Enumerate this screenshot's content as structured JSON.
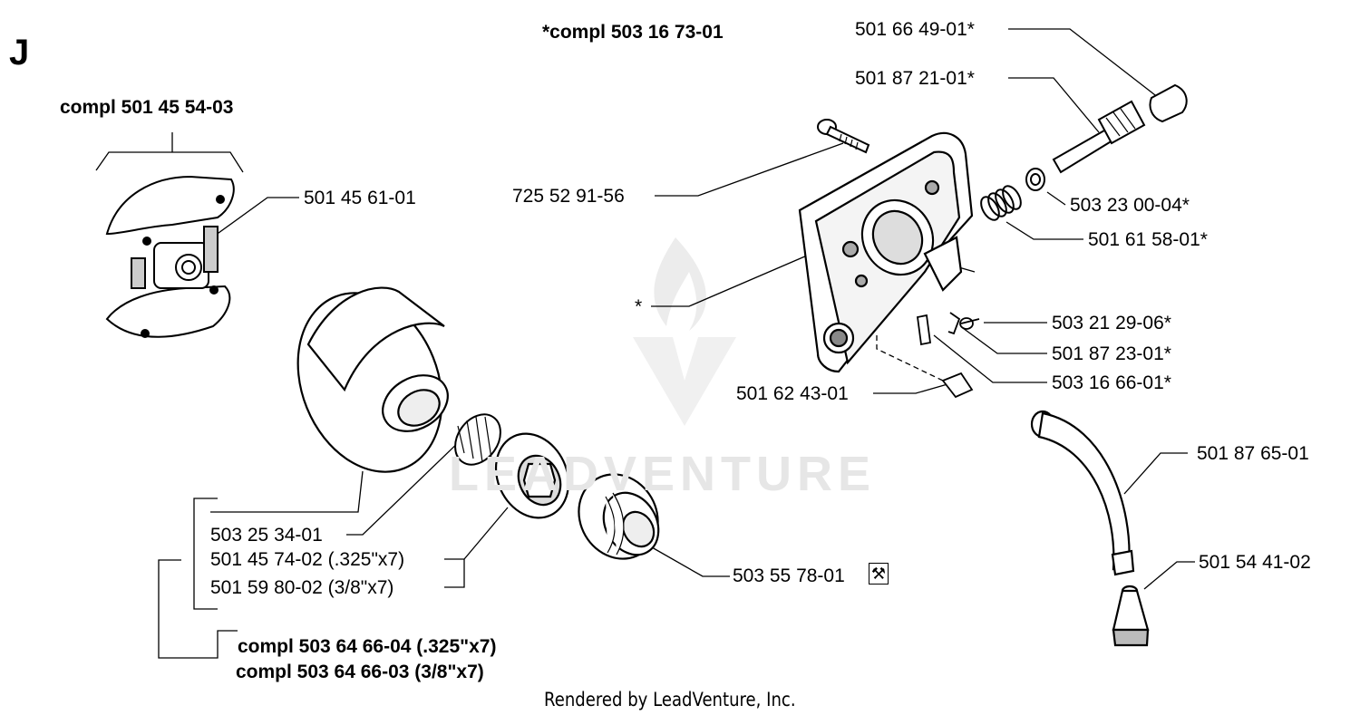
{
  "section_letter": "J",
  "footer": "Rendered by LeadVenture, Inc.",
  "watermark": "LEADVENTURE",
  "assemblies": {
    "clutch_assembly": "compl 501 45 54-03",
    "oil_pump_assembly": "*compl 503 16 73-01",
    "drum_325": "compl 503 64 66-04 (.325\"x7)",
    "drum_38": "compl 503 64 66-03 (3/8\"x7)"
  },
  "parts": {
    "p501664901": "501 66 49-01*",
    "p501872101": "501 87 21-01*",
    "p725529156": "725 52 91-56",
    "p503230004": "503 23 00-04*",
    "p501615801": "501 61 58-01*",
    "p503212906": "503 21 29-06*",
    "p501872301": "501 87 23-01*",
    "p503166601": "503 16 66-01*",
    "p501624301": "501 62 43-01",
    "p501876501": "501 87 65-01",
    "p501544102": "501 54 41-02",
    "p501456101": "501 45 61-01",
    "p503253401": "503 25 34-01",
    "p501457402": "501 45 74-02 (.325\"x7)",
    "p501598002": "501 59 80-02 (3/8\"x7)",
    "p503557801": "503 55 78-01",
    "star": "*"
  },
  "tool_icon": "wrench-icon"
}
